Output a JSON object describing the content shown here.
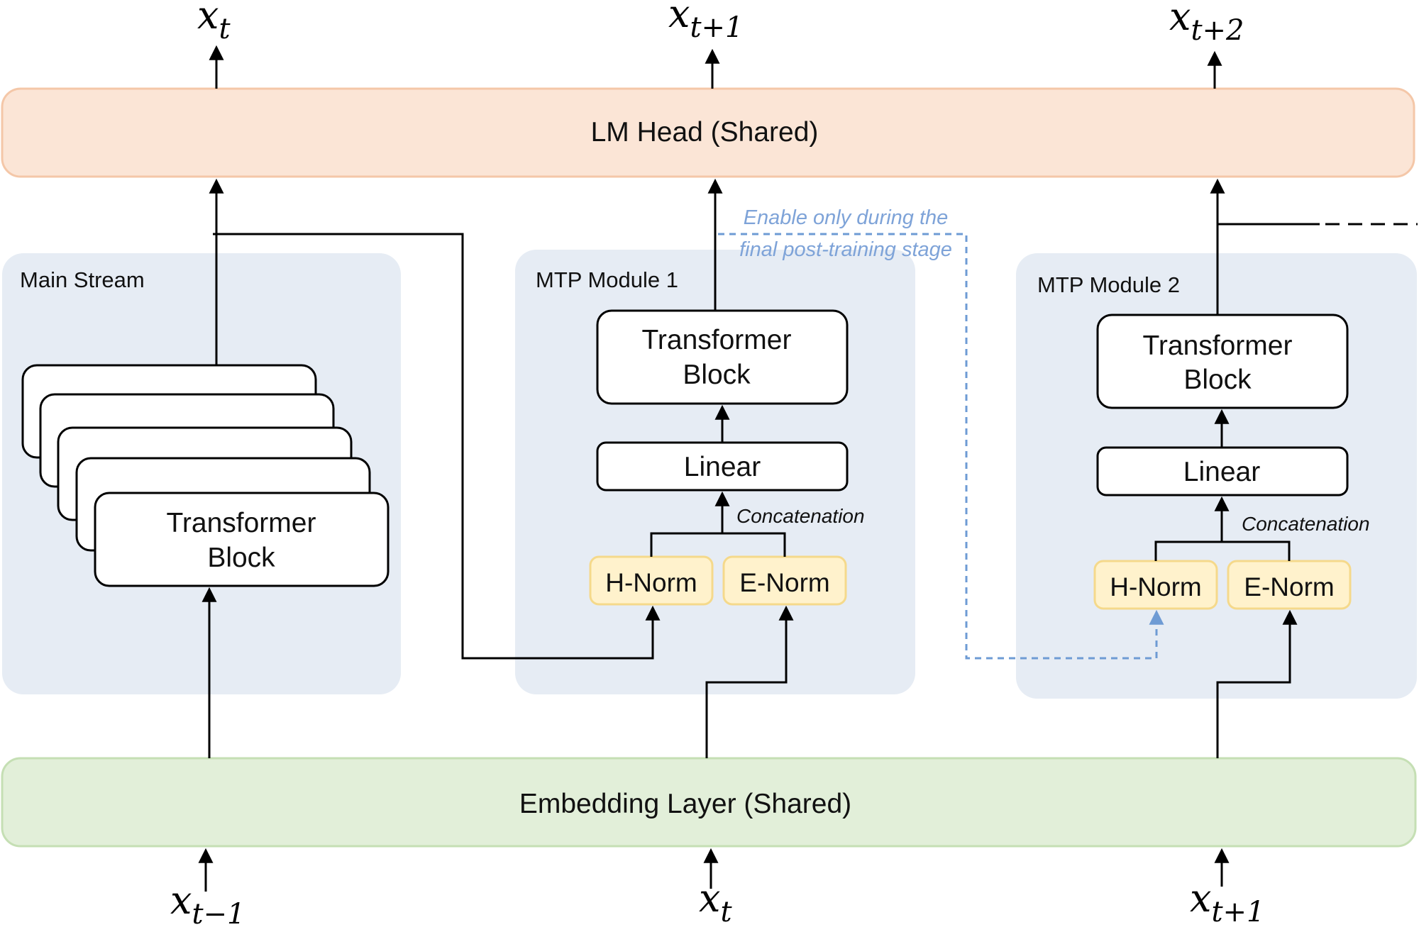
{
  "lm_head": {
    "label": "LM Head (Shared)"
  },
  "embedding": {
    "label": "Embedding Layer (Shared)"
  },
  "outputs": [
    {
      "base": "x",
      "sub": "t"
    },
    {
      "base": "x",
      "sub": "t+1"
    },
    {
      "base": "x",
      "sub": "t+2"
    }
  ],
  "inputs": [
    {
      "base": "x",
      "sub": "t−1"
    },
    {
      "base": "x",
      "sub": "t"
    },
    {
      "base": "x",
      "sub": "t+1"
    }
  ],
  "main_stream": {
    "title": "Main Stream",
    "block_line1": "Transformer",
    "block_line2": "Block"
  },
  "mtp1": {
    "title": "MTP Module 1",
    "block_line1": "Transformer",
    "block_line2": "Block",
    "linear": "Linear",
    "concat": "Concatenation",
    "hnorm": "H-Norm",
    "enorm": "E-Norm"
  },
  "mtp2": {
    "title": "MTP Module 2",
    "block_line1": "Transformer",
    "block_line2": "Block",
    "linear": "Linear",
    "concat": "Concatenation",
    "hnorm": "H-Norm",
    "enorm": "E-Norm"
  },
  "note": {
    "line1": "Enable only during the",
    "line2": "final post-training stage"
  },
  "colors": {
    "lm_head_fill": "#fbe5d6",
    "lm_head_stroke": "#f4c7a8",
    "embedding_fill": "#e2efd9",
    "embedding_stroke": "#c5dfb4",
    "module_fill": "#e6ecf4",
    "norm_fill": "#fff2cc",
    "norm_stroke": "#f5d98b",
    "dashed_blue": "#6e9bd4"
  }
}
